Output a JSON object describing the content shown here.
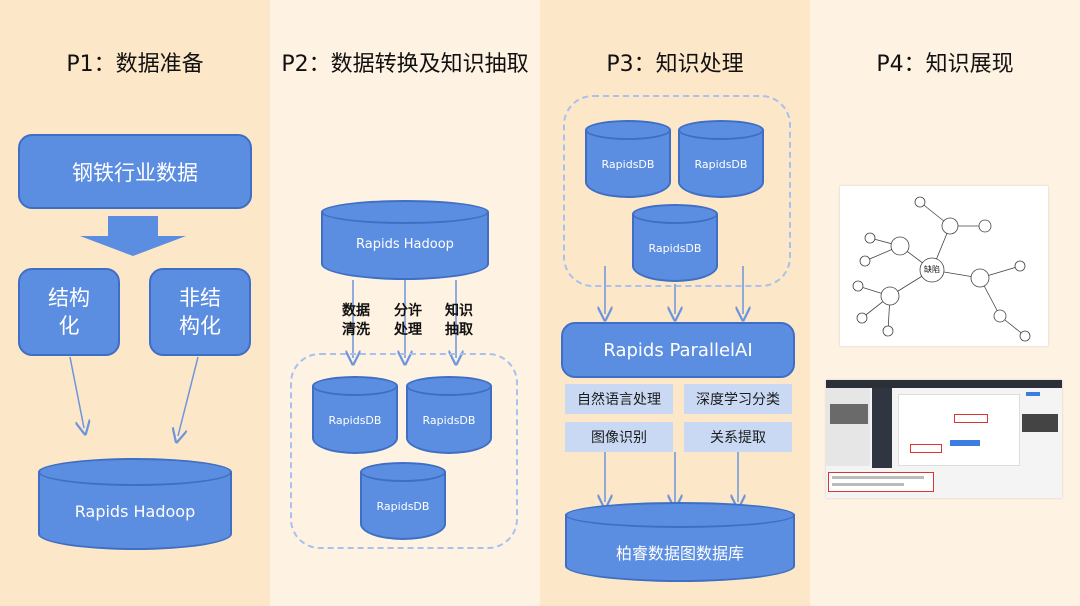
{
  "columns": [
    {
      "title": "P1：数据准备"
    },
    {
      "title": "P2：数据转换及知识抽取"
    },
    {
      "title": "P3：知识处理"
    },
    {
      "title": "P4：知识展现"
    }
  ],
  "p1": {
    "source": "钢铁行业数据",
    "structured": "结构化",
    "unstructured": "非结构化",
    "hadoop": "Rapids Hadoop"
  },
  "p2": {
    "hadoop": "Rapids Hadoop",
    "steps": [
      "数据清洗",
      "分许处理",
      "知识抽取"
    ],
    "dbs": [
      "RapidsDB",
      "RapidsDB",
      "RapidsDB"
    ]
  },
  "p3": {
    "dbs": [
      "RapidsDB",
      "RapidsDB",
      "RapidsDB"
    ],
    "engine": "Rapids ParallelAI",
    "tasks": [
      "自然语言处理",
      "深度学习分类",
      "图像识别",
      "关系提取"
    ],
    "graphdb": "柏睿数据图数据库"
  },
  "p4": {
    "graph_center": "缺陷"
  },
  "colors": {
    "panel_a": "#fde7c9",
    "panel_b": "#fef2e2",
    "block": "#5b8de0",
    "border": "#3f6fc4",
    "light": "#c9d9f3",
    "arrow": "#6c95dc"
  }
}
